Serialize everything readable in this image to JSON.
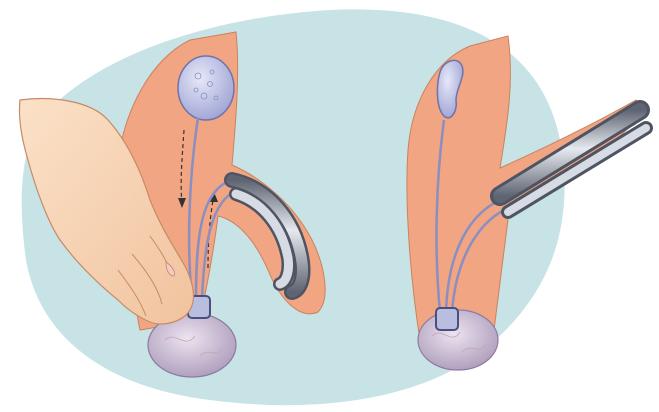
{
  "illustration": {
    "panels": [
      {
        "id": "left",
        "state": "deflated-pumping",
        "parts": [
          "reservoir",
          "pump",
          "cylinders",
          "tubing",
          "hand"
        ]
      },
      {
        "id": "right",
        "state": "inflated",
        "parts": [
          "reservoir",
          "pump",
          "cylinders",
          "tubing"
        ]
      }
    ]
  },
  "colors": {
    "background": "#c7e3e5",
    "tissue": "#f2a582",
    "tissue_outline": "#c9835f",
    "skin": "#f7d4b5",
    "skin_outline": "#c68b66",
    "device": "#b9bde0",
    "device_outline": "#6f73a8",
    "cylinder": "#7d8494",
    "scrotum": "#c9b8d2"
  }
}
